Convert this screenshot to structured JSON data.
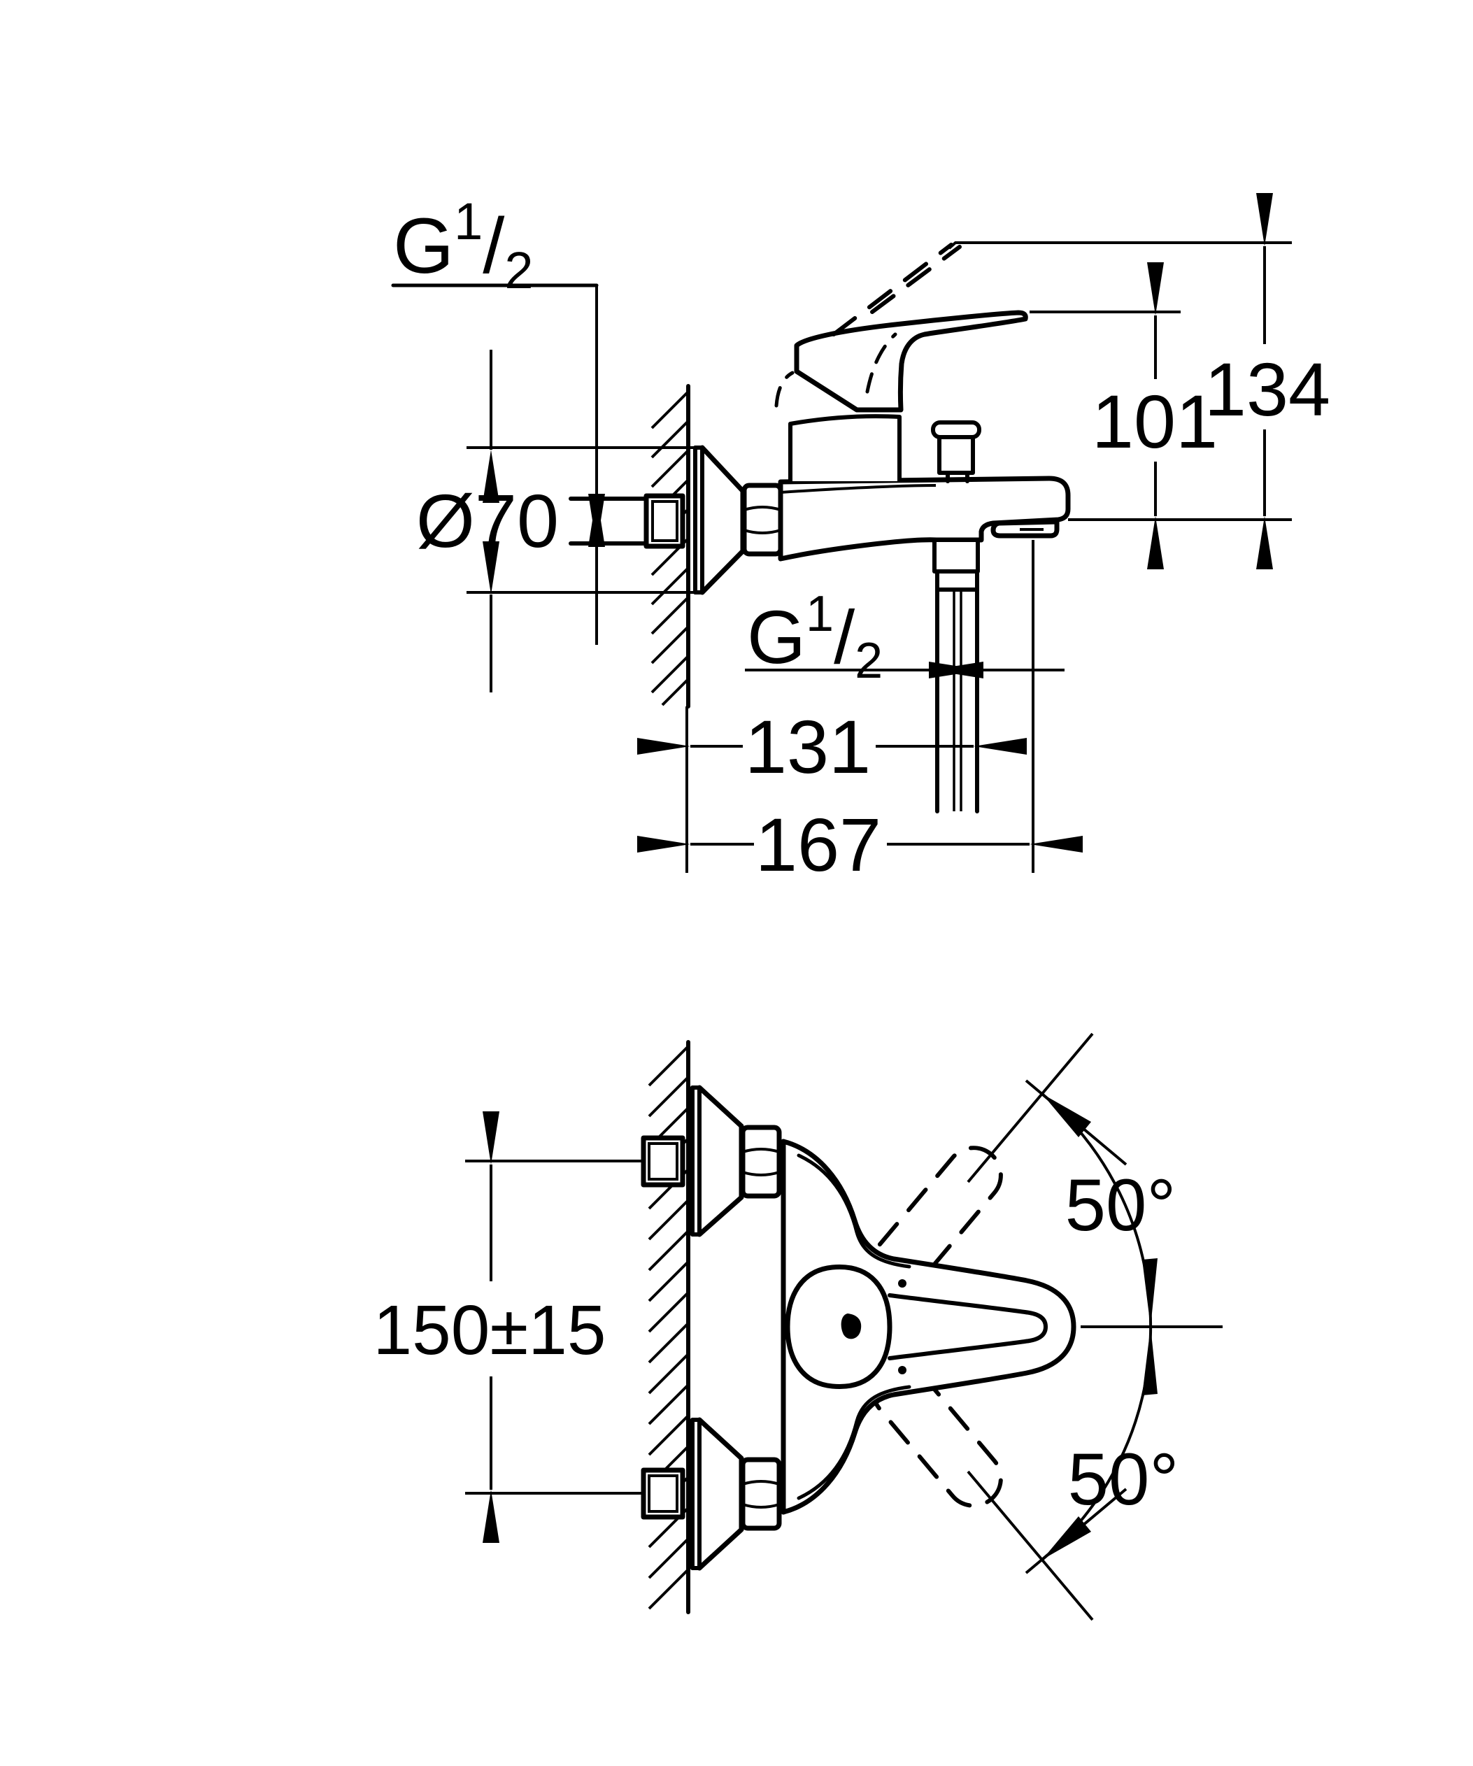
{
  "drawing": {
    "type": "technical-dimension-drawing",
    "subject": "wall-mounted single-lever bath shower mixer tap",
    "background_color": "#ffffff",
    "line_color": "#000000"
  },
  "side_view": {
    "labels": {
      "supply_thread": {
        "prefix": "G",
        "numerator": "1",
        "separator": "/",
        "denominator": "2"
      },
      "hose_thread": {
        "prefix": "G",
        "numerator": "1",
        "separator": "/",
        "denominator": "2"
      }
    },
    "dimensions": {
      "escutcheon_diameter": "Ø70",
      "handle_height": "101",
      "handle_raised_height": "134",
      "wall_to_hose_outlet": "131",
      "projection": "167"
    }
  },
  "front_view": {
    "dimensions": {
      "connection_spacing": "150±15",
      "lever_swing_up": "50°",
      "lever_swing_down": "50°"
    }
  }
}
